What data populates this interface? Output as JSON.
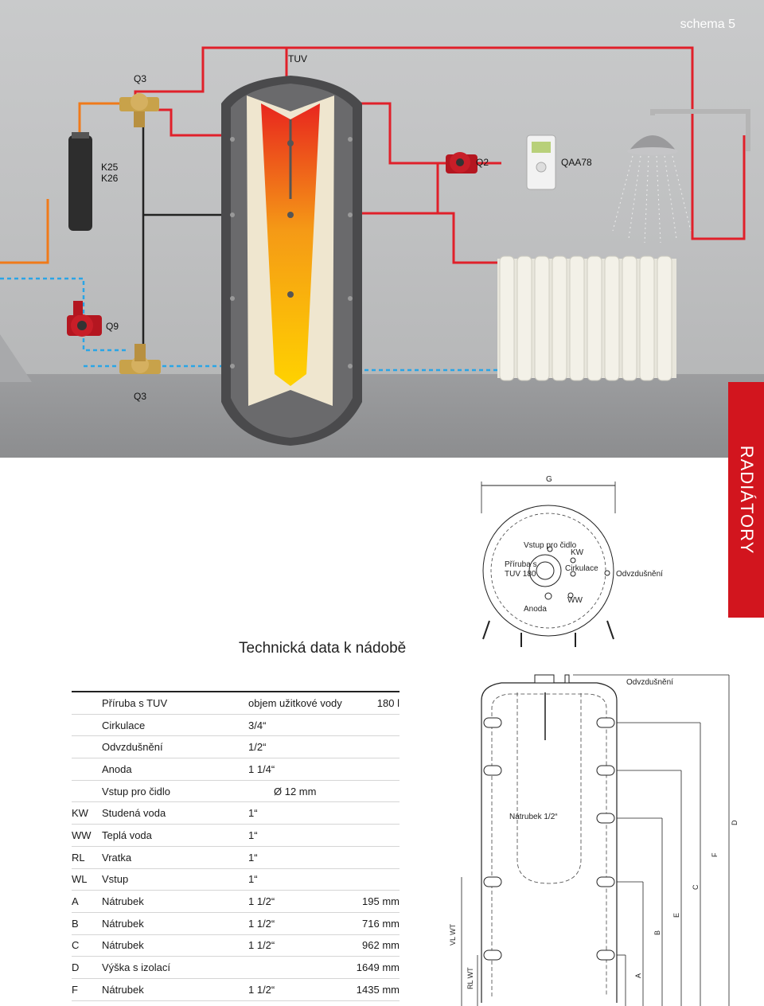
{
  "header": {
    "schema": "schema 5"
  },
  "side_tab": {
    "label": "RADIÁTORY"
  },
  "scene_labels": {
    "tuv": "TUV",
    "q3_top": "Q3",
    "q3_bottom": "Q3",
    "k25_k26": "K25\nK26",
    "q2": "Q2",
    "qaa78": "QAA78",
    "q9": "Q9"
  },
  "top_view": {
    "g": "G",
    "vstup": "Vstup pro čidlo",
    "kw": "KW",
    "priruba": "Příruba s\nTUV 180",
    "cirkulace": "Cirkulace",
    "odvzdusneni": "Odvzdušnění",
    "anoda": "Anoda",
    "ww": "WW"
  },
  "section_title": "Technická data k nádobě",
  "table": {
    "rows": [
      [
        "",
        "Příruba s TUV",
        "objem užitkové vody",
        "180 l"
      ],
      [
        "",
        "Cirkulace",
        "3/4“",
        ""
      ],
      [
        "",
        "Odvzdušnění",
        "1/2“",
        ""
      ],
      [
        "",
        "Anoda",
        "1 1/4“",
        ""
      ],
      [
        "",
        "Vstup pro čidlo",
        "",
        "Ø 12 mm"
      ],
      [
        "KW",
        "Studená voda",
        "1“",
        ""
      ],
      [
        "WW",
        "Teplá voda",
        "1“",
        ""
      ],
      [
        "RL",
        "Vratka",
        "1“",
        ""
      ],
      [
        "WL",
        "Vstup",
        "1“",
        ""
      ],
      [
        "A",
        "Nátrubek",
        "1 1/2“",
        "195 mm"
      ],
      [
        "B",
        "Nátrubek",
        "1 1/2“",
        "716 mm"
      ],
      [
        "C",
        "Nátrubek",
        "1 1/2“",
        "962 mm"
      ],
      [
        "D",
        "Výška s izolací",
        "",
        "1649 mm"
      ],
      [
        "F",
        "Nátrubek",
        "1 1/2“",
        "1435 mm"
      ]
    ]
  },
  "side_view": {
    "odvzdusneni": "Odvzdušnění",
    "natrubek": "Nátrubek 1/2“",
    "vl_wt": "VL WT",
    "rl_wt": "RL WT",
    "d": "D",
    "f": "F",
    "c": "C",
    "e": "E",
    "b": "B",
    "a": "A"
  },
  "colors": {
    "accent_red": "#d2151e",
    "pipe_red": "#e0202a",
    "pipe_orange": "#f07a1a",
    "pipe_blue": "#2aa5e6"
  }
}
